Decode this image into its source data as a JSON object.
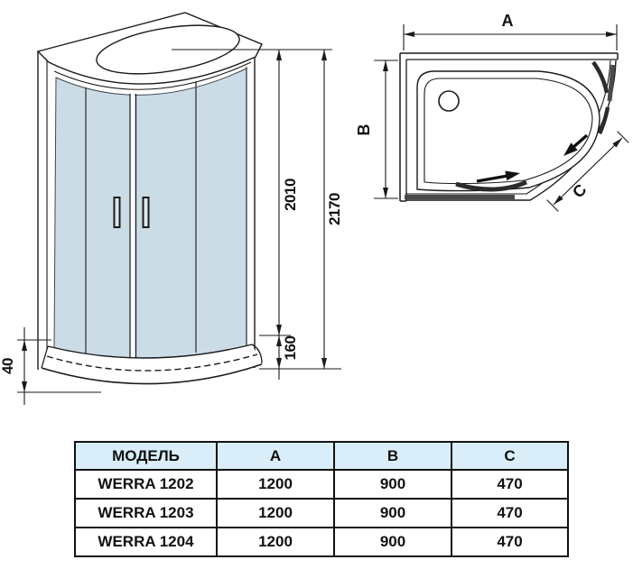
{
  "front_view": {
    "height_glass": "2010",
    "height_total": "2170",
    "tray_height": "160",
    "apron_height": "40"
  },
  "plan_view": {
    "width_label": "A",
    "depth_label": "B",
    "corner_label": "C"
  },
  "spec_table": {
    "headers": {
      "model": "МОДЕЛЬ",
      "a": "A",
      "b": "B",
      "c": "C"
    },
    "rows": [
      {
        "model": "WERRA 1202",
        "a": "1200",
        "b": "900",
        "c": "470"
      },
      {
        "model": "WERRA 1203",
        "a": "1200",
        "b": "900",
        "c": "470"
      },
      {
        "model": "WERRA 1204",
        "a": "1200",
        "b": "900",
        "c": "470"
      }
    ]
  },
  "colors": {
    "glass": "#ccdce6",
    "line": "#1a1a1a",
    "door_panel": "#2b2b2b",
    "table_header_bg": "#d9eef9"
  }
}
